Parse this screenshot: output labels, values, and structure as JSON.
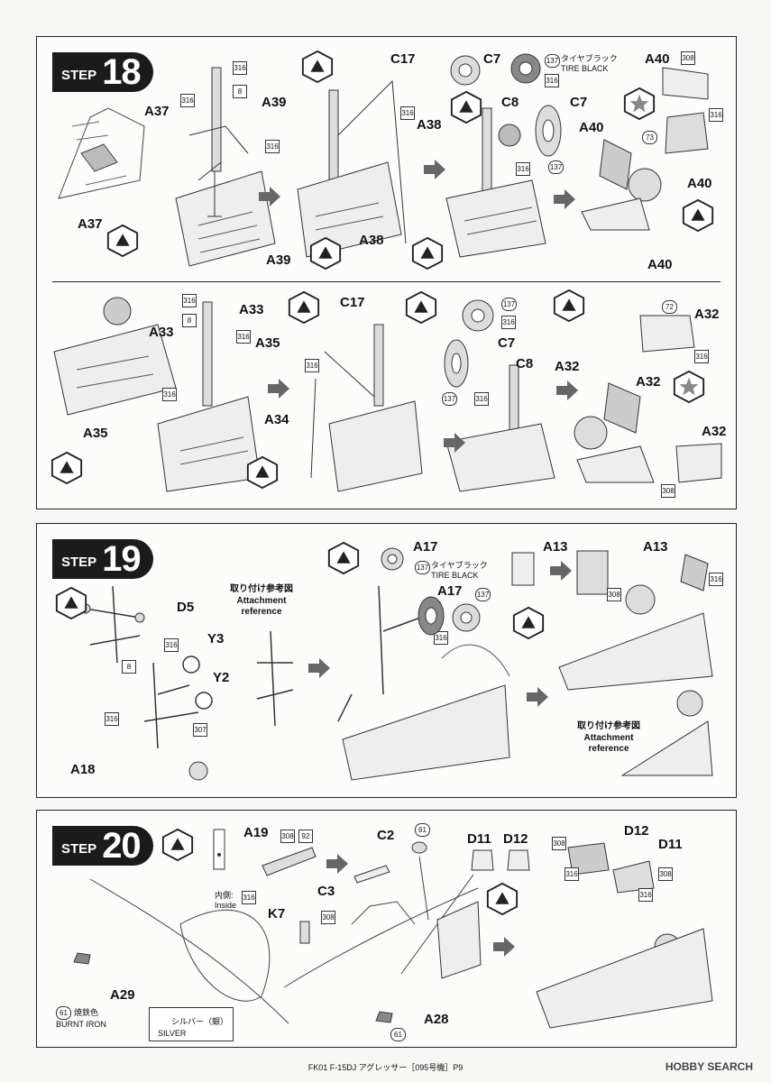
{
  "steps": [
    {
      "number": "18",
      "word": "STEP"
    },
    {
      "number": "19",
      "word": "STEP"
    },
    {
      "number": "20",
      "word": "STEP"
    }
  ],
  "labels": {
    "s18": {
      "A37a": "A37",
      "A37b": "A37",
      "A39a": "A39",
      "A39b": "A39",
      "C17a": "C17",
      "A38a": "A38",
      "A38b": "A38",
      "C7a": "C7",
      "C7b": "C7",
      "C8a": "C8",
      "A40a": "A40",
      "A40b": "A40",
      "A40c": "A40",
      "A40d": "A40",
      "A33a": "A33",
      "A33b": "A33",
      "A35a": "A35",
      "A35b": "A35",
      "C17b": "C17",
      "A34": "A34",
      "C7c": "C7",
      "C8b": "C8",
      "A32a": "A32",
      "A32b": "A32",
      "A32c": "A32",
      "A32d": "A32"
    },
    "s19": {
      "D5": "D5",
      "Y3": "Y3",
      "Y2": "Y2",
      "A18": "A18",
      "A17a": "A17",
      "A17b": "A17",
      "A13a": "A13",
      "A13b": "A13"
    },
    "s20": {
      "A19": "A19",
      "C2": "C2",
      "C3": "C3",
      "K7": "K7",
      "A29": "A29",
      "A28": "A28",
      "D11a": "D11",
      "D12a": "D12",
      "D12b": "D12",
      "D11b": "D11"
    }
  },
  "codes": {
    "c316": "316",
    "c8": "8",
    "c137": "137",
    "c308": "308",
    "c73": "73",
    "c72": "72",
    "c307": "307",
    "c92": "92",
    "c61": "61"
  },
  "notes": {
    "tire_black_jp": "タイヤブラック",
    "tire_black_en": "TIRE BLACK",
    "attach_ref_jp": "取り付け参考図",
    "attach_ref_en_1": "Attachment",
    "attach_ref_en_2": "reference",
    "inside_jp": "内側:",
    "inside_en": "Inside",
    "burnt_iron_jp": "焼鉄色",
    "burnt_iron_en": "BURNT IRON",
    "silver_jp": "シルバー（銀）",
    "silver_en": "SILVER"
  },
  "footer": "FK01 F-15DJ アグレッサー［095号機］P9",
  "logo": "HOBBY SEARCH"
}
